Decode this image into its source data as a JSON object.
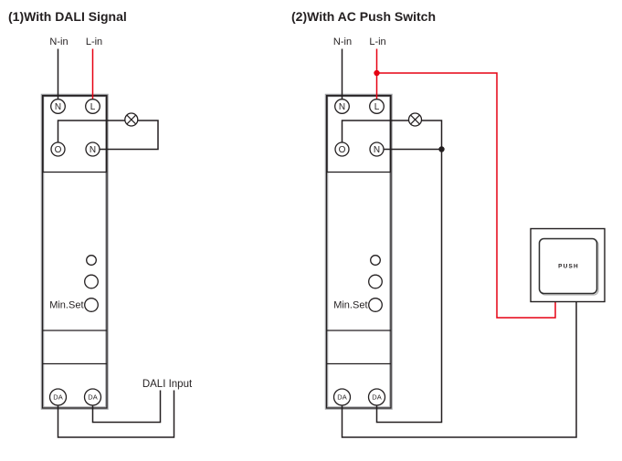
{
  "colors": {
    "black": "#231f20",
    "red": "#e60012",
    "device_gray": "#a5a7aa",
    "push_text": "#4f4f54"
  },
  "diagram1": {
    "title": "(1)With DALI Signal",
    "n_in": "N-in",
    "l_in": "L-in",
    "terminals": {
      "top_left": "N",
      "top_right": "L",
      "mid_left": "O",
      "mid_right": "N",
      "da_left": "DA",
      "da_right": "DA"
    },
    "min_set": "Min.Set",
    "dali_input": "DALI Input"
  },
  "diagram2": {
    "title": "(2)With AC Push Switch",
    "n_in": "N-in",
    "l_in": "L-in",
    "terminals": {
      "top_left": "N",
      "top_right": "L",
      "mid_left": "O",
      "mid_right": "N",
      "da_left": "DA",
      "da_right": "DA"
    },
    "min_set": "Min.Set",
    "push": "PUSH"
  }
}
